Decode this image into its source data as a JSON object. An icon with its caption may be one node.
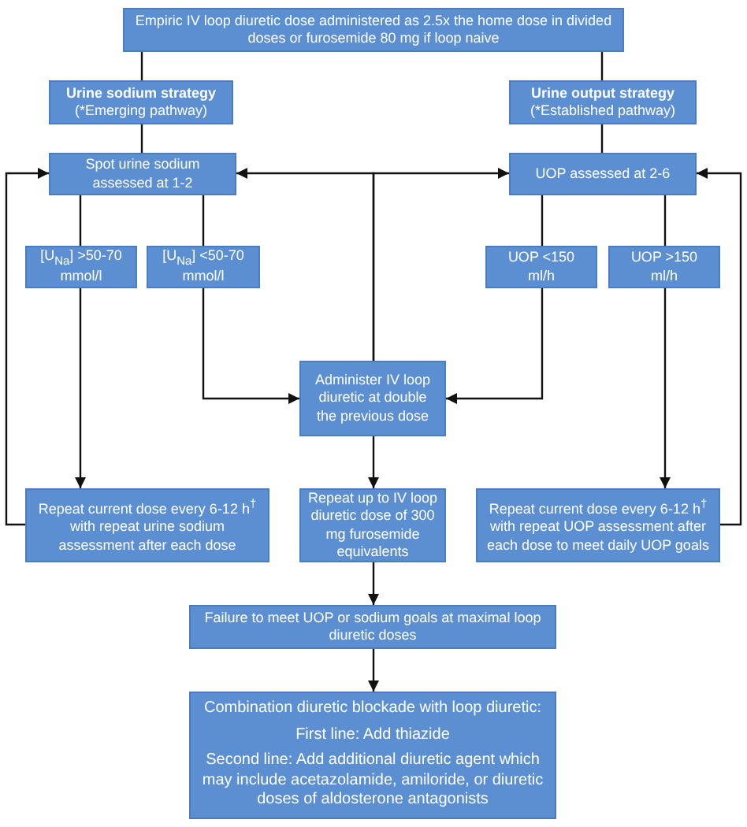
{
  "diagram": {
    "nodes": [
      {
        "text": [
          "Empiric IV loop diuretic dose administered as 2.5x the home dose in divided doses or furosemide 80 mg if loop naive"
        ]
      },
      {
        "text": [
          "Urine sodium strategy",
          "(*Emerging pathway)"
        ]
      },
      {
        "text": [
          "Urine output strategy",
          "(*Established pathway)"
        ]
      },
      {
        "text": [
          "Spot urine sodium assessed at 1-2"
        ]
      },
      {
        "text": [
          "UOP assessed at 2-6"
        ]
      },
      {
        "text": [
          "[U$_{Na}$] >50-70 mmol/l"
        ]
      },
      {
        "text": [
          "[U$_{Na}$] <50-70 mmol/l"
        ]
      },
      {
        "text": [
          "UOP <150 ml/h"
        ]
      },
      {
        "text": [
          "UOP >150 ml/h"
        ]
      },
      {
        "text": [
          "Administer IV loop diuretic at double the previous dose"
        ]
      },
      {
        "text": [
          "Repeat current dose every 6-12 h$^{†}$ with repeat urine sodium assessment after each dose"
        ]
      },
      {
        "text": [
          "Repeat up to IV loop diuretic dose of 300 mg furosemide equivalents"
        ]
      },
      {
        "text": [
          "Repeat current dose every 6-12 h$^{†}$ with repeat UOP assessment after each dose to meet daily UOP goals"
        ]
      },
      {
        "text": [
          "Failure to meet UOP or sodium goals at maximal loop diuretic doses"
        ]
      },
      {
        "text": [
          "Combination diuretic blockade with loop diuretic:",
          "First line: Add thiazide",
          "Second line: Add additional diuretic agent which may include acetazolamide, amiloride, or diuretic doses of aldosterone antagonists"
        ]
      }
    ],
    "edges": [
      {
        "from": 0,
        "to": 1,
        "arrow": "none"
      },
      {
        "from": 0,
        "to": 2,
        "arrow": "none"
      },
      {
        "from": 1,
        "to": 3,
        "arrow": "none"
      },
      {
        "from": 2,
        "to": 4,
        "arrow": "none"
      },
      {
        "from": 9,
        "to": 3,
        "arrow": "to"
      },
      {
        "from": 9,
        "to": 4,
        "arrow": "to"
      },
      {
        "from": 3,
        "to": 5,
        "arrow": "none"
      },
      {
        "from": 3,
        "to": 6,
        "arrow": "none"
      },
      {
        "from": 4,
        "to": 7,
        "arrow": "none"
      },
      {
        "from": 4,
        "to": 8,
        "arrow": "none"
      },
      {
        "from": 6,
        "to": 9,
        "arrow": "to"
      },
      {
        "from": 7,
        "to": 9,
        "arrow": "to"
      },
      {
        "from": 5,
        "to": 10,
        "arrow": "to"
      },
      {
        "from": 8,
        "to": 12,
        "arrow": "to"
      },
      {
        "from": 9,
        "to": 11,
        "arrow": "to"
      },
      {
        "from": 11,
        "to": 13,
        "arrow": "to"
      },
      {
        "from": 13,
        "to": 14,
        "arrow": "to"
      },
      {
        "from": 10,
        "to": 3,
        "arrow": "to"
      },
      {
        "from": 12,
        "to": 4,
        "arrow": "to"
      }
    ]
  }
}
